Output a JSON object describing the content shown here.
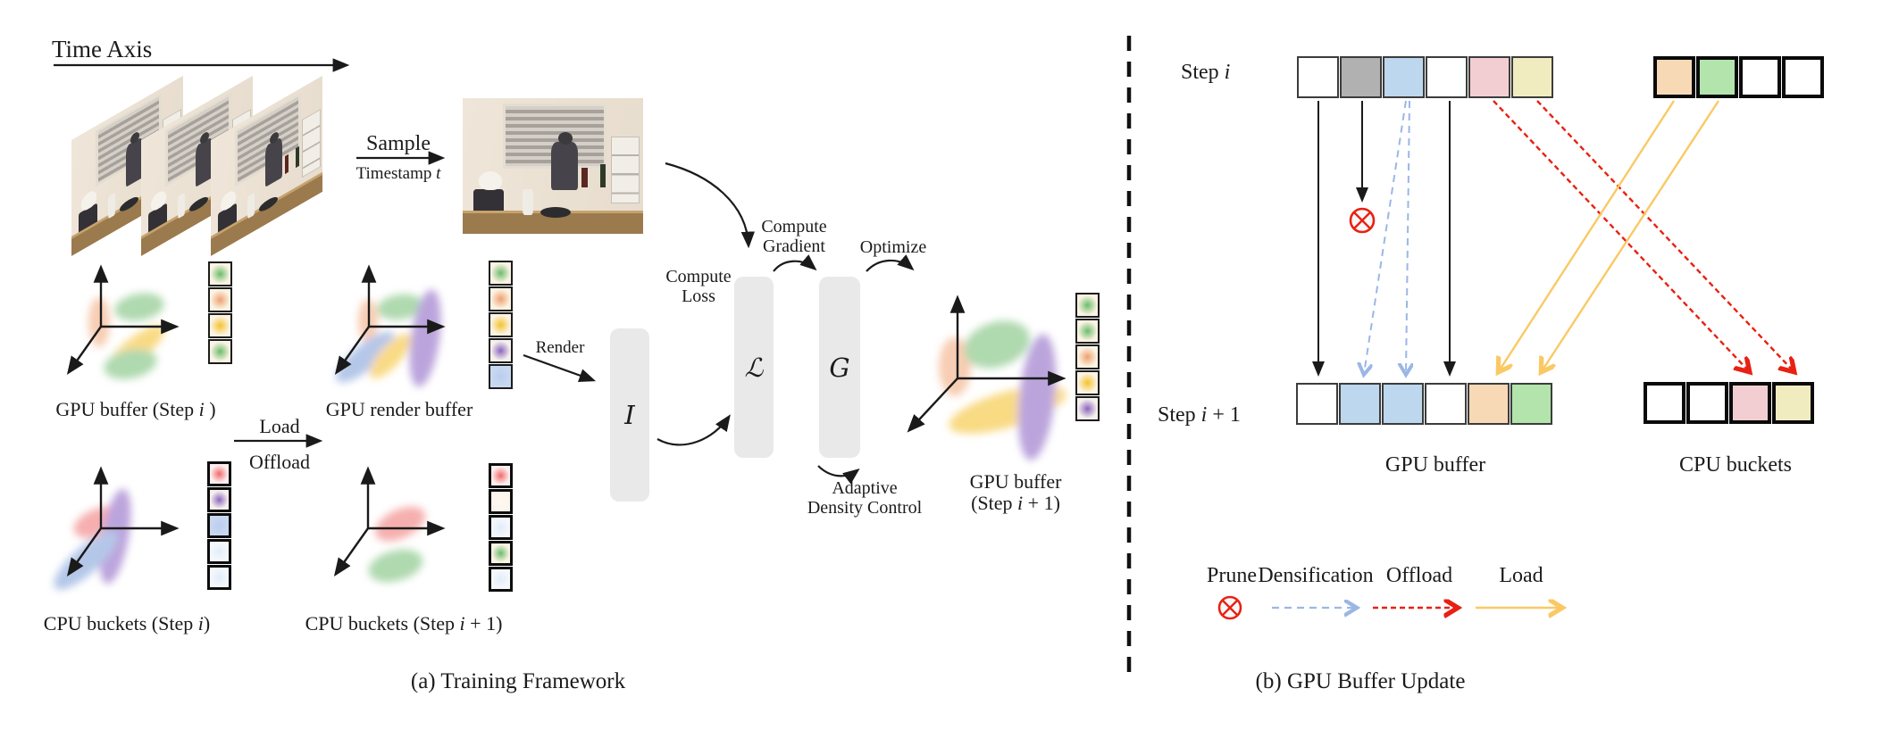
{
  "panel_a": {
    "caption": "(a) Training Framework",
    "time_axis_label": "Time Axis",
    "sample": {
      "label": "Sample",
      "timestamp_pre": "Timestamp ",
      "timestamp_var": "t"
    },
    "load_label": "Load",
    "offload_label": "Offload",
    "render_label": "Render",
    "blocks": {
      "render_fn": "I",
      "loss_fn": "ℒ",
      "adc_fn": "G"
    },
    "flow": {
      "compute_loss_1": "Compute",
      "compute_loss_2": "Loss",
      "compute_gradient_1": "Compute",
      "compute_gradient_2": "Gradient",
      "optimize": "Optimize",
      "adc_1": "Adaptive",
      "adc_2": "Density Control"
    },
    "diagrams": {
      "gpu_buffer_i": {
        "pre": "GPU buffer (Step ",
        "var": "i",
        "post": " )",
        "cells": [
          "green",
          "orange",
          "yellow",
          "green"
        ]
      },
      "gpu_render_buffer": {
        "label": "GPU render buffer",
        "cells": [
          "green",
          "orange",
          "yellow",
          "purple",
          "blue_solid"
        ]
      },
      "cpu_buckets_i": {
        "pre": "CPU buckets (Step ",
        "var": "i",
        "post": ")",
        "cells": [
          "red",
          "purple",
          "blue_solid",
          "faint_blue",
          "faint_blue"
        ]
      },
      "cpu_buckets_i1": {
        "pre": "CPU buckets (Step ",
        "var": "i",
        "post": " + 1)",
        "cells": [
          "red",
          "cream_blank",
          "faint_blue",
          "green",
          "faint_blue"
        ]
      },
      "gpu_buffer_i1": {
        "line1": "GPU buffer",
        "pre": "(Step ",
        "var": "i",
        "post": " + 1)",
        "cells": [
          "green",
          "green",
          "orange",
          "yellow",
          "purple"
        ]
      }
    }
  },
  "panel_b": {
    "caption": "(b) GPU Buffer Update",
    "step_i": {
      "pre": "Step ",
      "var": "i",
      "post": ""
    },
    "step_i1": {
      "pre": "Step ",
      "var": "i",
      "post": " + 1"
    },
    "gpu_buffer_label": "GPU buffer",
    "cpu_buckets_label": "CPU buckets",
    "rows": {
      "step_i_gpu": [
        "white",
        "gray",
        "blue",
        "white",
        "pink",
        "yellow"
      ],
      "step_i_cpu": [
        "peach",
        "green",
        "white",
        "white"
      ],
      "step_i1_gpu": [
        "white",
        "blue",
        "blue",
        "white",
        "peach",
        "green"
      ],
      "step_i1_cpu": [
        "white",
        "white",
        "pink",
        "yellow"
      ]
    },
    "legend": [
      {
        "label": "Prune"
      },
      {
        "label": "Densification"
      },
      {
        "label": "Offload"
      },
      {
        "label": "Load"
      }
    ]
  },
  "palette": {
    "solid": {
      "white": "#ffffff",
      "gray": "#b1b1b1",
      "blue": "#bdd7ee",
      "pink": "#f2ced2",
      "yellow": "#f1ecc0",
      "peach": "#f7d9b5",
      "green": "#b2e4ac"
    },
    "gradient": {
      "green": {
        "bg": "#fbf3e3",
        "dot": "#6cbc6c"
      },
      "orange": {
        "bg": "#fbf3e3",
        "dot": "#f0a070"
      },
      "yellow": {
        "bg": "#fbf3e3",
        "dot": "#f5c32e"
      },
      "purple": {
        "bg": "#f6f0ec",
        "dot": "#8a66c0"
      },
      "red": {
        "bg": "#fdeef0",
        "dot": "#f26a6a"
      },
      "blue_solid": {
        "bg": "#c9d8f1",
        "dot": "#b9cdee"
      },
      "faint_blue": {
        "bg": "#f4f8fd",
        "dot": "#e2ecf8"
      },
      "cream_blank": {
        "bg": "#fdf5ec",
        "dot": "#fdf8f2"
      }
    }
  },
  "colors": {
    "prune": "#e82113",
    "densification": "#9bb7e4",
    "offload": "#e82113",
    "load": "#fac964",
    "black_arrow": "#1a1a1a"
  }
}
